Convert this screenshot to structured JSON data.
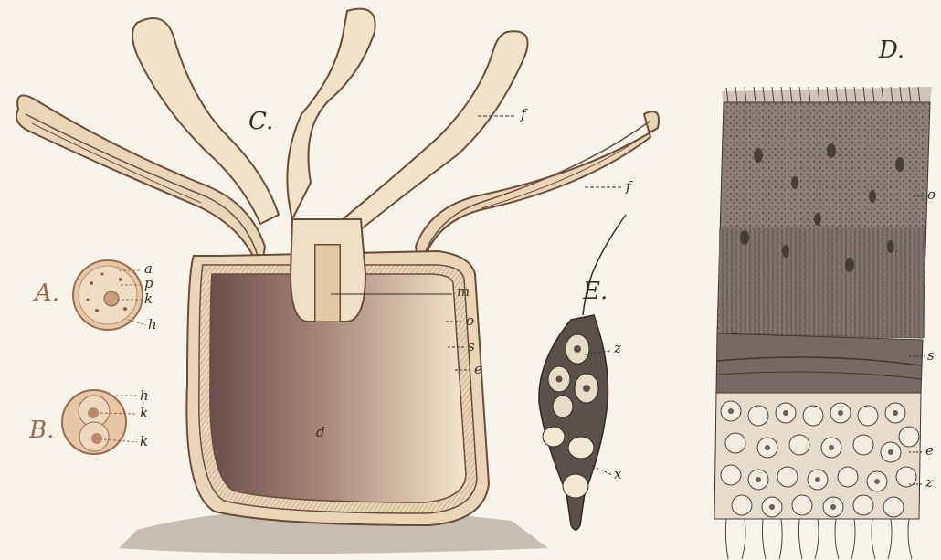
{
  "figure_labels": {
    "A": "A.",
    "B": "B.",
    "C": "C.",
    "D": "D.",
    "E": "E."
  },
  "cell_A_labels": [
    "a",
    "p",
    "k",
    "h"
  ],
  "cell_B_labels": [
    "h",
    "k",
    "k"
  ],
  "polyp_C_labels": {
    "f1": "f",
    "f2": "f",
    "m": "m",
    "o": "o",
    "s": "s",
    "e": "e",
    "d": "d"
  },
  "cell_E_labels": {
    "z": "z",
    "x": "x"
  },
  "tissue_D_labels": {
    "o": "o",
    "s": "s",
    "e": "e",
    "z": "z"
  },
  "colors": {
    "paper": "#f8f4ea",
    "ink": "#3a2a20",
    "flesh": "#f1e2c6",
    "dark_cavity": "#7a5a55",
    "layer_line": "#6b4c3a",
    "tissue": "#8a7e74",
    "tissue_dark": "#5d544d",
    "cell_pink": "#d8b596"
  }
}
